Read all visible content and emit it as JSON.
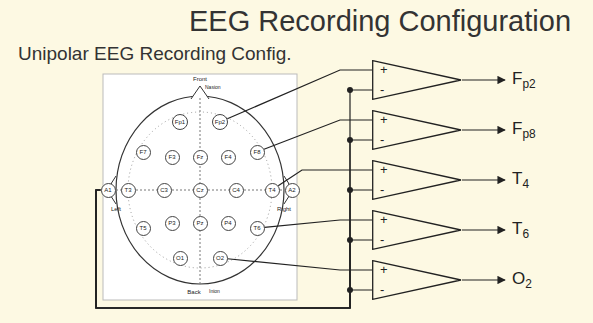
{
  "diagram": {
    "title": "EEG Recording Configuration",
    "nodes": [
      {
        "text": [
          "Fp1"
        ]
      },
      {
        "text": [
          "Fp2"
        ]
      },
      {
        "text": [
          "F7"
        ]
      },
      {
        "text": [
          "F3"
        ]
      },
      {
        "text": [
          "Fz"
        ]
      },
      {
        "text": [
          "F4"
        ]
      },
      {
        "text": [
          "F8"
        ]
      },
      {
        "text": [
          "A1"
        ]
      },
      {
        "text": [
          "T3"
        ]
      },
      {
        "text": [
          "C3"
        ]
      },
      {
        "text": [
          "Cz"
        ]
      },
      {
        "text": [
          "C4"
        ]
      },
      {
        "text": [
          "T4"
        ]
      },
      {
        "text": [
          "A2"
        ]
      },
      {
        "text": [
          "T5"
        ]
      },
      {
        "text": [
          "P3"
        ]
      },
      {
        "text": [
          "Pz"
        ]
      },
      {
        "text": [
          "P4"
        ]
      },
      {
        "text": [
          "T6"
        ]
      },
      {
        "text": [
          "O1"
        ]
      },
      {
        "text": [
          "O2"
        ]
      },
      {
        "text": [
          "+",
          "-"
        ]
      },
      {
        "text": [
          "+",
          "-"
        ]
      },
      {
        "text": [
          "+",
          "-"
        ]
      },
      {
        "text": [
          "+",
          "-"
        ]
      },
      {
        "text": [
          "+",
          "-"
        ]
      }
    ],
    "edges": [
      {
        "from": 1,
        "to": 21,
        "arrow": "none"
      },
      {
        "from": 6,
        "to": 22,
        "arrow": "none"
      },
      {
        "from": 12,
        "to": 23,
        "arrow": "none"
      },
      {
        "from": 18,
        "to": 24,
        "arrow": "none"
      },
      {
        "from": 20,
        "to": 25,
        "arrow": "none"
      },
      {
        "from": 7,
        "to": 21,
        "arrow": "none"
      },
      {
        "from": 7,
        "to": 22,
        "arrow": "none"
      },
      {
        "from": 7,
        "to": 23,
        "arrow": "none"
      },
      {
        "from": 7,
        "to": 24,
        "arrow": "none"
      },
      {
        "from": 7,
        "to": 25,
        "arrow": "none"
      }
    ],
    "labels": [
      "Unipolar EEG Recording Config.",
      "Front",
      "Nasion",
      "Left",
      "Right",
      "Back",
      "Inion",
      "Fp2",
      "Fp8",
      "T4",
      "T6",
      "O2"
    ]
  }
}
